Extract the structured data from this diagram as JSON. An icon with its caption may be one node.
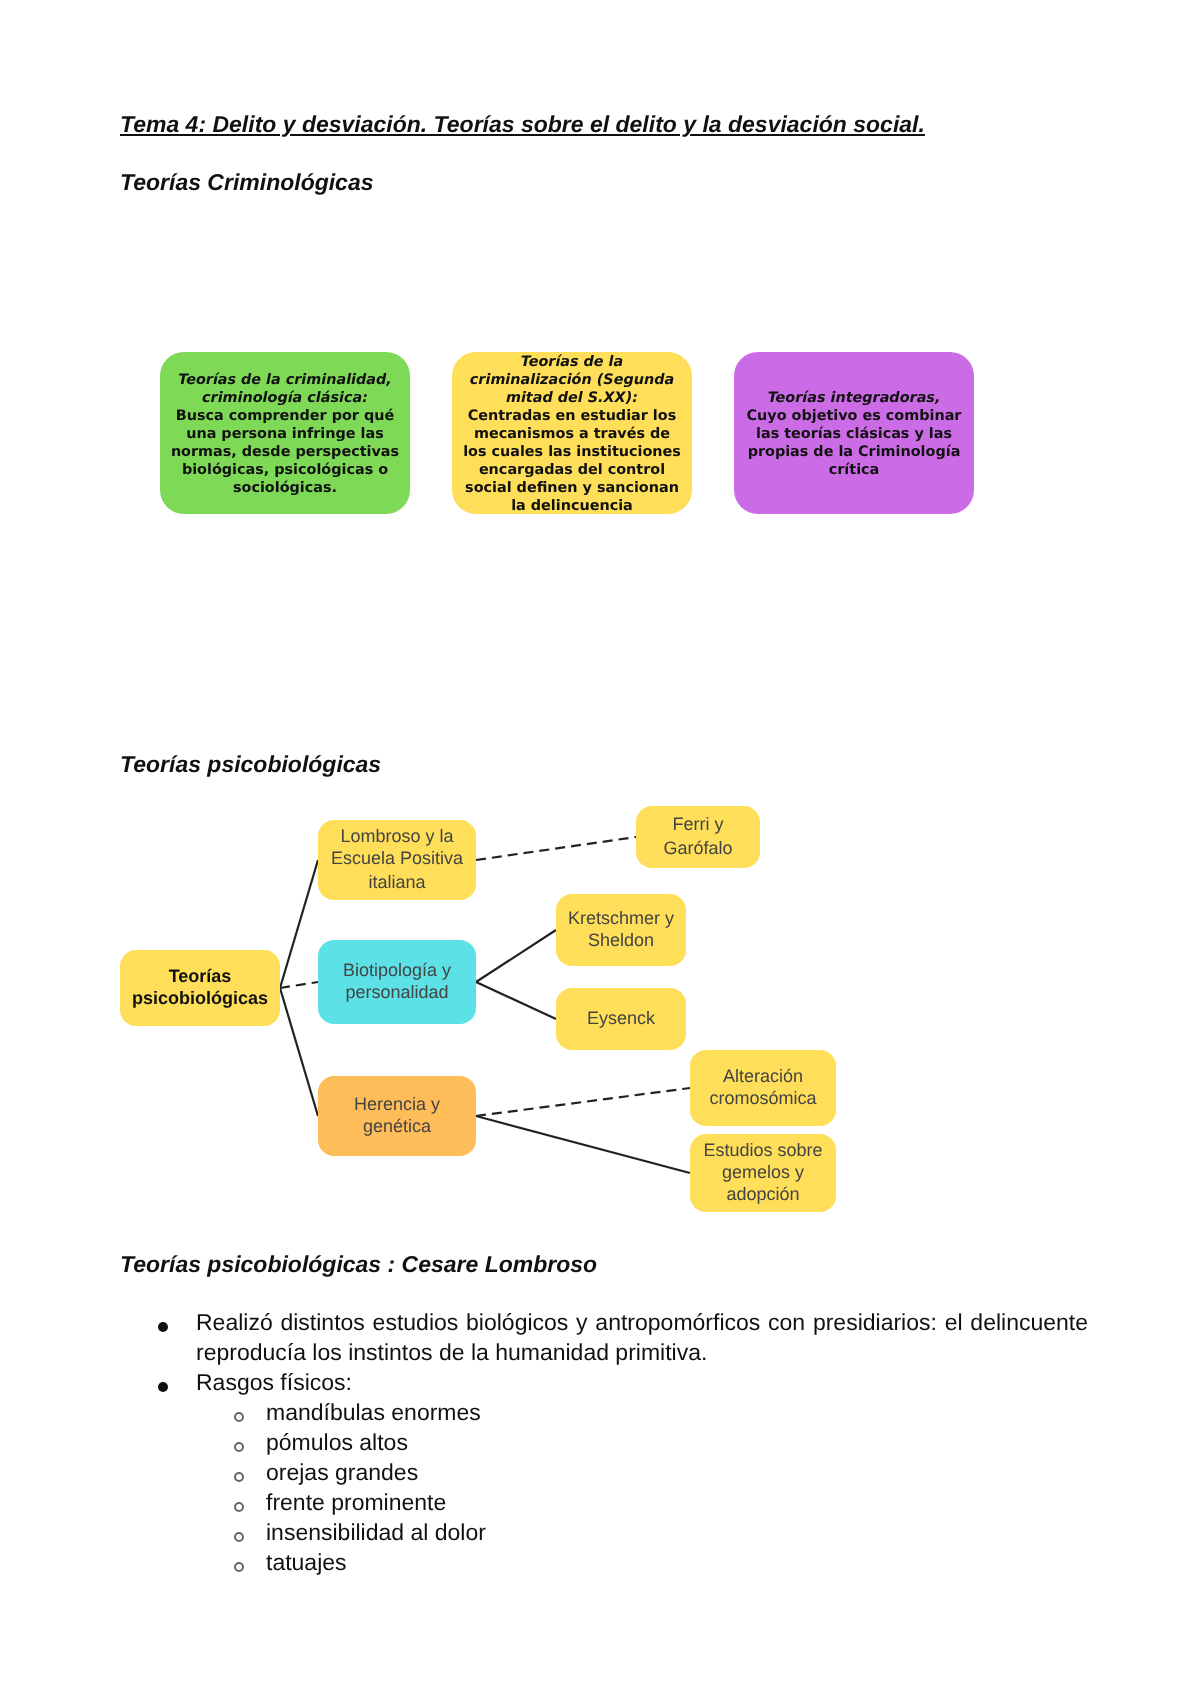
{
  "diagram": {
    "title": "Tema 4: Delito y desviación. Teorías sobre el delito y la desviación social.",
    "nodes": [
      {
        "text": [
          "Teorías de la criminalidad, criminología clásica:",
          "Busca comprender por qué una persona infringe las normas, desde perspectivas biológicas, psicológicas o sociológicas."
        ]
      },
      {
        "text": [
          "Teorías de la criminalización (Segunda mitad del S.XX):",
          "Centradas en estudiar los mecanismos a través de los cuales las instituciones encargadas del control social definen y sancionan la delincuencia"
        ]
      },
      {
        "text": [
          "Teorías integradoras,",
          "Cuyo objetivo es combinar las teorías clásicas y las propias de la Criminología crítica"
        ]
      },
      {
        "text": [
          "Teorías psicobiológicas"
        ]
      },
      {
        "text": [
          "Lombroso y la Escuela Positiva italiana"
        ]
      },
      {
        "text": [
          "Biotipología y personalidad"
        ]
      },
      {
        "text": [
          "Herencia y genética"
        ]
      },
      {
        "text": [
          "Ferri y Garófalo"
        ]
      },
      {
        "text": [
          "Kretschmer y Sheldon"
        ]
      },
      {
        "text": [
          "Eysenck"
        ]
      },
      {
        "text": [
          "Alteración cromosómica"
        ]
      },
      {
        "text": [
          "Estudios sobre gemelos y adopción"
        ]
      }
    ],
    "edges": [
      {
        "from": 3,
        "to": 4,
        "arrow": "none"
      },
      {
        "from": 3,
        "to": 5,
        "arrow": "none",
        "style": "dashed"
      },
      {
        "from": 3,
        "to": 6,
        "arrow": "none"
      },
      {
        "from": 4,
        "to": 7,
        "arrow": "none",
        "style": "dashed"
      },
      {
        "from": 5,
        "to": 8,
        "arrow": "none"
      },
      {
        "from": 5,
        "to": 9,
        "arrow": "none"
      },
      {
        "from": 6,
        "to": 10,
        "arrow": "none",
        "style": "dashed"
      },
      {
        "from": 6,
        "to": 11,
        "arrow": "none"
      }
    ],
    "labels": [
      "Teorías Criminológicas",
      "Teorías psicobiológicas",
      "Teorías psicobiológicas : Cesare Lombroso",
      "Realizó distintos estudios biológicos y antropomórficos con presidiarios: el delincuente reproducía los instintos de la humanidad primitiva.",
      "Rasgos físicos:",
      "mandíbulas enormes",
      "pómulos altos",
      "orejas grandes",
      "frente prominente",
      "insensibilidad al dolor",
      "tatuajes"
    ]
  }
}
